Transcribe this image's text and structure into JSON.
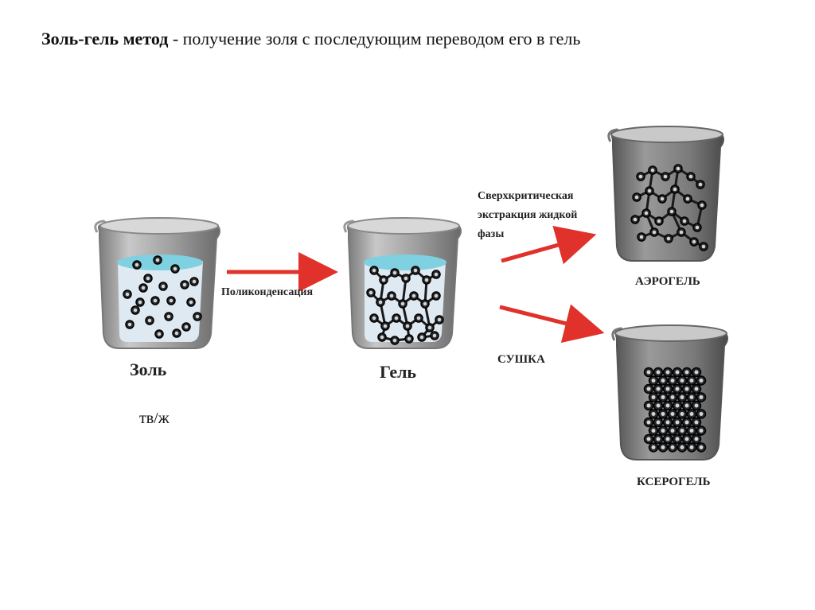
{
  "title": {
    "bold_part": "Золь-гель метод",
    "separator": " - ",
    "rest": "получение  золя с последующим переводом его в гель"
  },
  "labels": {
    "sol": "Золь",
    "gel": "Гель",
    "polycondensation": "Поликонденсация",
    "supercritical_line1": "Сверхкритическая",
    "supercritical_line2": "экстракция жидкой",
    "supercritical_line3": "фазы",
    "drying": "СУШКА",
    "aerogel": "АЭРОГЕЛЬ",
    "xerogel": "КСЕРОГЕЛЬ"
  },
  "phase_note": "тв/ж",
  "colors": {
    "arrow": "#e0312b",
    "liquid": "#a6dde8",
    "liquid_top": "#7fd0e0",
    "beaker_wall": "#8c8c8c",
    "beaker_fill": "#e4e7ec",
    "dark_fill": "#6e6e6e",
    "particle": "#1a1a1a"
  }
}
